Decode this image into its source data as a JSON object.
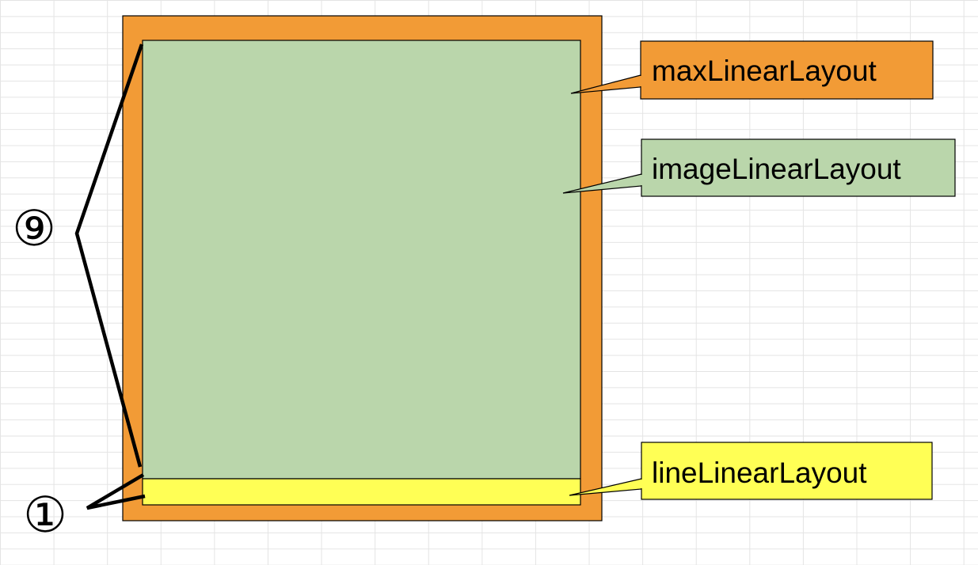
{
  "colors": {
    "outer_layout": "#f29b36",
    "image_layout": "#bad6ab",
    "line_layout": "#ffff55",
    "outline": "#000000",
    "grid": "#e4e4e4"
  },
  "labels": {
    "max_layout": "maxLinearLayout",
    "image_layout": "imageLinearLayout",
    "line_layout": "lineLinearLayout"
  },
  "annotations": {
    "image_weight": "⑨",
    "line_weight": "①"
  }
}
